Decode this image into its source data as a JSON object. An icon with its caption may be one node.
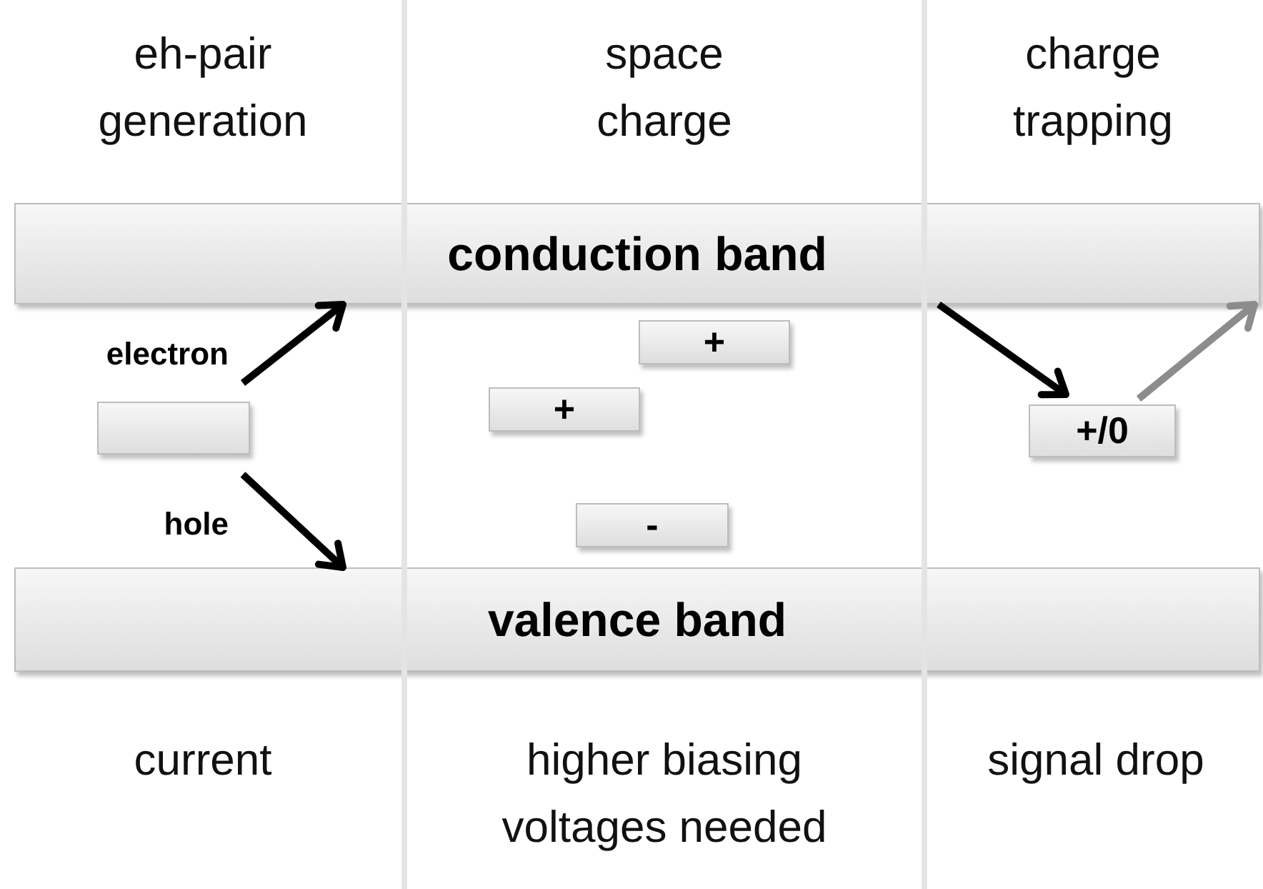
{
  "diagram": {
    "nodes": [
      {
        "text": [
          "conduction band"
        ]
      },
      {
        "text": [],
        "shape": "box"
      },
      {
        "text": [
          "+"
        ]
      },
      {
        "text": [
          "+"
        ]
      },
      {
        "text": [
          "-"
        ]
      },
      {
        "text": [
          "+/0"
        ]
      },
      {
        "text": [
          "valence band"
        ]
      }
    ],
    "edges": [
      {
        "from": 1,
        "to": 0,
        "arrow": "to",
        "label": "electron"
      },
      {
        "from": 1,
        "to": 6,
        "arrow": "to",
        "label": "hole"
      },
      {
        "from": 0,
        "to": 5,
        "arrow": "to"
      },
      {
        "from": 5,
        "to": 0,
        "arrow": "to",
        "color": "#8c8c8c"
      }
    ],
    "labels": [
      "eh-pair generation",
      "space charge",
      "charge trapping",
      "current",
      "higher biasing voltages needed",
      "signal drop"
    ]
  }
}
